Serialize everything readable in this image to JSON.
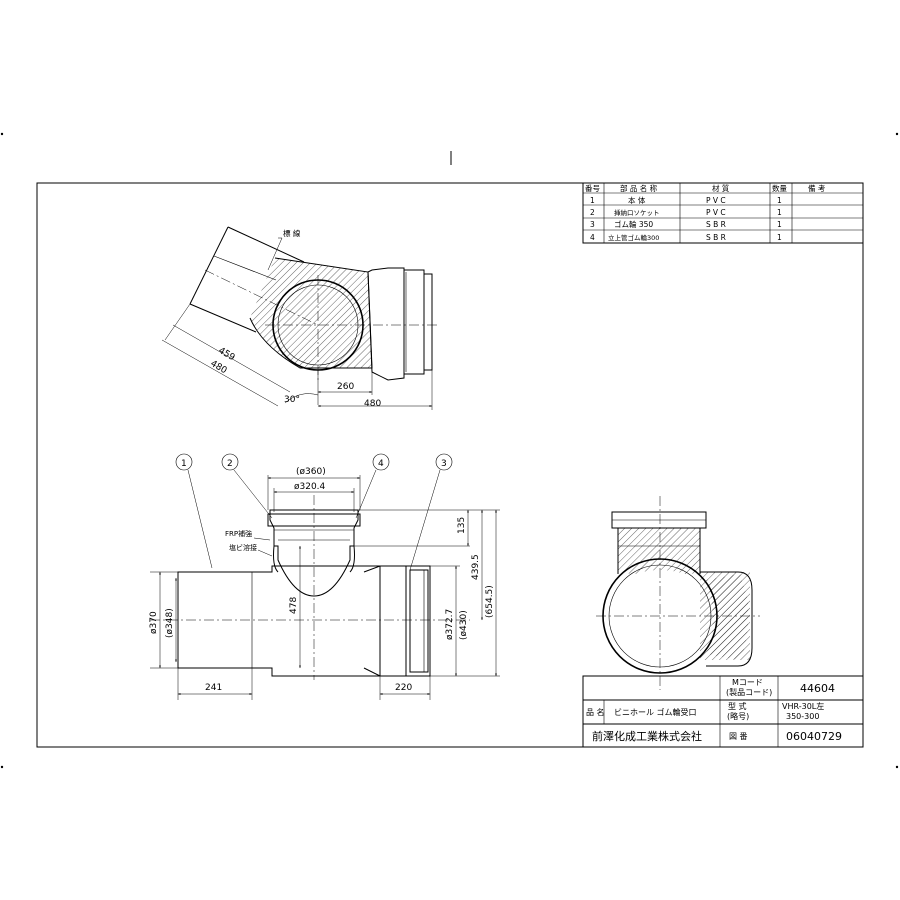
{
  "parts_table": {
    "headers": {
      "no": "番号",
      "name": "部 品 名 称",
      "material": "材 質",
      "qty": "数量",
      "remarks": "備 考"
    },
    "rows": [
      {
        "no": "1",
        "name": "本 体",
        "material": "P V C",
        "qty": "1",
        "remarks": ""
      },
      {
        "no": "2",
        "name": "挿納口ソケット",
        "material": "P V C",
        "qty": "1",
        "remarks": ""
      },
      {
        "no": "3",
        "name": "ゴム輪 350",
        "material": "S B R",
        "qty": "1",
        "remarks": ""
      },
      {
        "no": "4",
        "name": "立上管ゴム輪300",
        "material": "S B R",
        "qty": "1",
        "remarks": ""
      }
    ]
  },
  "top_view": {
    "label_mark": "標 線",
    "dims": {
      "d459": "459",
      "d480a": "480",
      "angle": "30°",
      "d260": "260",
      "d480b": "480"
    }
  },
  "front_view": {
    "balloons": [
      "1",
      "2",
      "4",
      "3"
    ],
    "labels": {
      "frp": "FRP補強",
      "pvc_weld": "塩ビ溶接"
    },
    "dims": {
      "d360": "(ø360)",
      "d320": "ø320.4",
      "d135": "135",
      "d439": "439.5",
      "d654": "(654.5)",
      "d478": "478",
      "d370": "ø370",
      "d348": "(ø348)",
      "d372": "ø372.7",
      "d430": "(ø430)",
      "d241": "241",
      "d220": "220"
    }
  },
  "title_block": {
    "m_code_label": "Mコード",
    "product_code_label": "(製品コード)",
    "m_code_value": "44604",
    "name_label": "品 名",
    "name_value": "ビニホール ゴム輪受口",
    "model_label": "型 式",
    "model_sub_label": "(略号)",
    "model_value_1": "VHR-30L左",
    "model_value_2": "350-300",
    "company": "前澤化成工業株式会社",
    "drawing_label": "図 番",
    "drawing_value": "06040729"
  }
}
